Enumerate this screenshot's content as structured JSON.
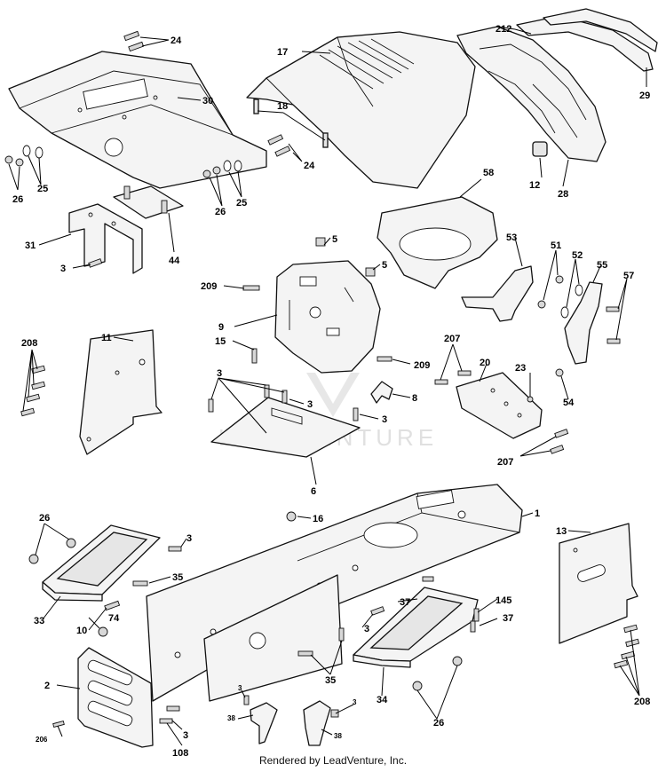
{
  "watermark_text": "LEADVENTURE",
  "footer_text": "Rendered by LeadVenture, Inc.",
  "callouts": [
    {
      "id": "c24a",
      "text": "24"
    },
    {
      "id": "c17",
      "text": "17"
    },
    {
      "id": "c212",
      "text": "212"
    },
    {
      "id": "c30",
      "text": "30"
    },
    {
      "id": "c29",
      "text": "29"
    },
    {
      "id": "c18",
      "text": "18"
    },
    {
      "id": "c24b",
      "text": "24"
    },
    {
      "id": "c26a",
      "text": "26"
    },
    {
      "id": "c25a",
      "text": "25"
    },
    {
      "id": "c12",
      "text": "12"
    },
    {
      "id": "c28",
      "text": "28"
    },
    {
      "id": "c58",
      "text": "58"
    },
    {
      "id": "c26b",
      "text": "26"
    },
    {
      "id": "c25b",
      "text": "25"
    },
    {
      "id": "c31",
      "text": "31"
    },
    {
      "id": "c44",
      "text": "44"
    },
    {
      "id": "c5a",
      "text": "5"
    },
    {
      "id": "c53",
      "text": "53"
    },
    {
      "id": "c51",
      "text": "51"
    },
    {
      "id": "c52",
      "text": "52"
    },
    {
      "id": "c55",
      "text": "55"
    },
    {
      "id": "c57",
      "text": "57"
    },
    {
      "id": "c3a",
      "text": "3"
    },
    {
      "id": "c5b",
      "text": "5"
    },
    {
      "id": "c209a",
      "text": "209"
    },
    {
      "id": "c9",
      "text": "9"
    },
    {
      "id": "c208a",
      "text": "208"
    },
    {
      "id": "c11",
      "text": "11"
    },
    {
      "id": "c15",
      "text": "15"
    },
    {
      "id": "c207a",
      "text": "207"
    },
    {
      "id": "c209b",
      "text": "209"
    },
    {
      "id": "c20",
      "text": "20"
    },
    {
      "id": "c23",
      "text": "23"
    },
    {
      "id": "c3b",
      "text": "3"
    },
    {
      "id": "c8",
      "text": "8"
    },
    {
      "id": "c54",
      "text": "54"
    },
    {
      "id": "c3c",
      "text": "3"
    },
    {
      "id": "c3d",
      "text": "3"
    },
    {
      "id": "c207b",
      "text": "207"
    },
    {
      "id": "c6",
      "text": "6"
    },
    {
      "id": "c26c",
      "text": "26"
    },
    {
      "id": "c16",
      "text": "16"
    },
    {
      "id": "c1",
      "text": "1"
    },
    {
      "id": "c13",
      "text": "13"
    },
    {
      "id": "c3e",
      "text": "3"
    },
    {
      "id": "c35a",
      "text": "35"
    },
    {
      "id": "c33",
      "text": "33"
    },
    {
      "id": "c37a",
      "text": "37"
    },
    {
      "id": "c145",
      "text": "145"
    },
    {
      "id": "c37b",
      "text": "37"
    },
    {
      "id": "c74",
      "text": "74"
    },
    {
      "id": "c10",
      "text": "10"
    },
    {
      "id": "c3f",
      "text": "3"
    },
    {
      "id": "c35b",
      "text": "35"
    },
    {
      "id": "c208b",
      "text": "208"
    },
    {
      "id": "c2",
      "text": "2"
    },
    {
      "id": "c34",
      "text": "34"
    },
    {
      "id": "c3g",
      "text": "3"
    },
    {
      "id": "c3h",
      "text": "3"
    },
    {
      "id": "c38a",
      "text": "38"
    },
    {
      "id": "c38b",
      "text": "38"
    },
    {
      "id": "c26d",
      "text": "26"
    },
    {
      "id": "c3i",
      "text": "3"
    },
    {
      "id": "c206",
      "text": "206"
    },
    {
      "id": "c108",
      "text": "108"
    }
  ]
}
